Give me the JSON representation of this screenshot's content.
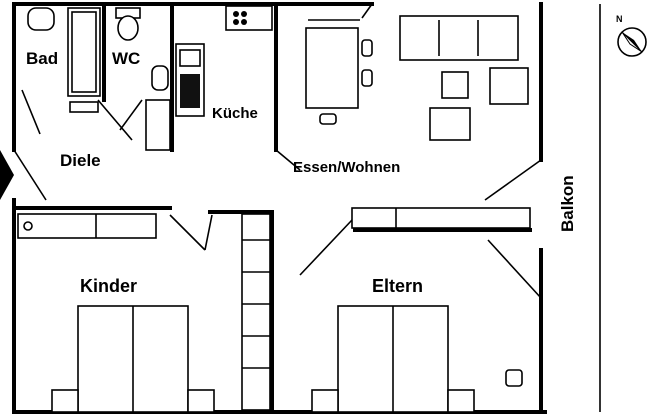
{
  "rooms": {
    "bad": "Bad",
    "wc": "WC",
    "kueche": "Küche",
    "diele": "Diele",
    "essen_wohnen": "Essen/Wohnen",
    "balkon": "Balkon",
    "kinder": "Kinder",
    "eltern": "Eltern"
  },
  "compass": {
    "north": "N",
    "icon": "compass-rose"
  },
  "colors": {
    "walls": "#000000",
    "background": "#ffffff"
  }
}
